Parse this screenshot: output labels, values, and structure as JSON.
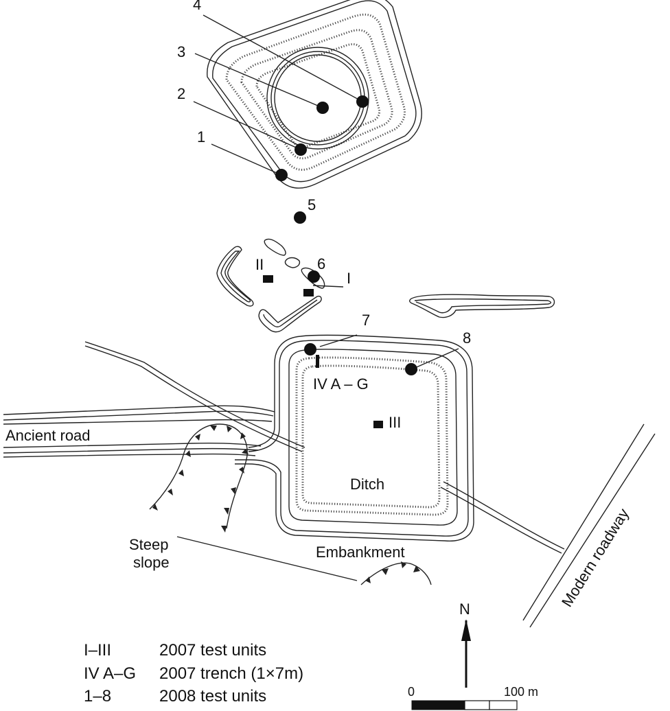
{
  "map": {
    "test_points": [
      "1",
      "2",
      "3",
      "4",
      "5",
      "6",
      "7",
      "8"
    ],
    "units": [
      "I",
      "II",
      "III"
    ],
    "trench_label": "IV A – G",
    "labels": {
      "ancient_road": "Ancient road",
      "steep_slope_1": "Steep",
      "steep_slope_2": "slope",
      "embankment": "Embankment",
      "ditch": "Ditch",
      "modern_roadway": "Modern roadway"
    }
  },
  "legend": [
    {
      "key": "I–III",
      "desc": "2007 test units"
    },
    {
      "key": "IV A–G",
      "desc": "2007 trench (1×7m)"
    },
    {
      "key": "1–8",
      "desc": "2008 test units"
    }
  ],
  "north": {
    "label": "N"
  },
  "scale": {
    "start": "0",
    "end": "100 m"
  }
}
